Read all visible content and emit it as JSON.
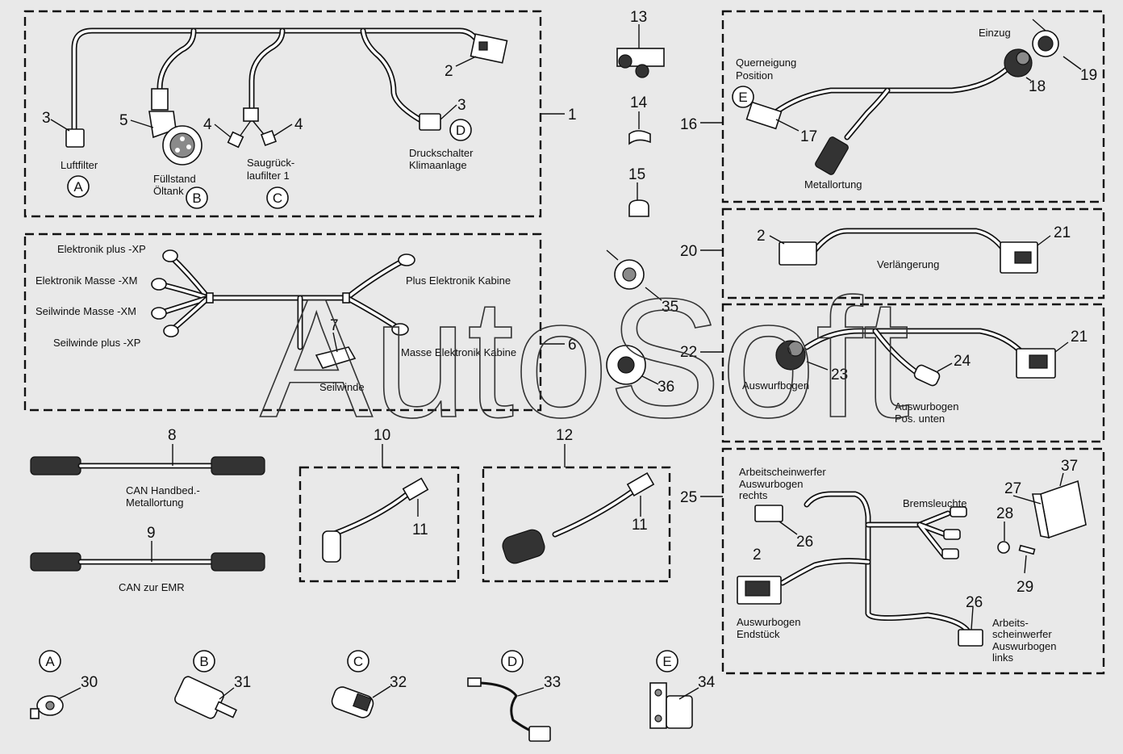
{
  "watermark": "AutoSoft",
  "part_numbers": {
    "n1": "1",
    "n2a": "2",
    "n2b": "2",
    "n2c": "2",
    "n3a": "3",
    "n3b": "3",
    "n4a": "4",
    "n4b": "4",
    "n5": "5",
    "n6": "6",
    "n7": "7",
    "n8": "8",
    "n9": "9",
    "n10": "10",
    "n11a": "11",
    "n11b": "11",
    "n12": "12",
    "n13": "13",
    "n14": "14",
    "n15": "15",
    "n16": "16",
    "n17": "17",
    "n18": "18",
    "n19": "19",
    "n20": "20",
    "n21a": "21",
    "n21b": "21",
    "n22": "22",
    "n23": "23",
    "n24": "24",
    "n25": "25",
    "n26a": "26",
    "n26b": "26",
    "n27": "27",
    "n28": "28",
    "n29": "29",
    "n30": "30",
    "n31": "31",
    "n32": "32",
    "n33": "33",
    "n34": "34",
    "n35": "35",
    "n36": "36",
    "n37": "37"
  },
  "circle_letters": {
    "a_main": "A",
    "b_main": "B",
    "c_main": "C",
    "d_main": "D",
    "e_main": "E",
    "a_det": "A",
    "b_det": "B",
    "c_det": "C",
    "d_det": "D",
    "e_det": "E"
  },
  "labels": {
    "luftfilter": "Luftfilter",
    "fuellstand_1": "Füllstand",
    "fuellstand_2": "Öltank",
    "saugrueck_1": "Saugrück-",
    "saugrueck_2": "laufilter 1",
    "druckschalter_1": "Druckschalter",
    "druckschalter_2": "Klimaanlage",
    "elektronik_plus": "Elektronik plus -XP",
    "elektronik_masse": "Elektronik Masse -XM",
    "seilwinde_masse": "Seilwinde Masse -XM",
    "seilwinde_plus": "Seilwinde plus -XP",
    "plus_elektronik_kabine": "Plus Elektronik Kabine",
    "masse_elektronik_kabine": "Masse Elektronik Kabine",
    "seilwinde": "Seilwinde",
    "can_handbed_1": "CAN Handbed.-",
    "can_handbed_2": "Metallortung",
    "can_emr": "CAN zur EMR",
    "einzug": "Einzug",
    "querneigung_1": "Querneigung",
    "querneigung_2": "Position",
    "metallortung": "Metallortung",
    "verlaengerung": "Verlängerung",
    "auswurfbogen": "Auswurfbogen",
    "auswurfbogen_pos_1": "Auswurbogen",
    "auswurfbogen_pos_2": "Pos. unten",
    "arbeits_rechts_1": "Arbeitscheinwerfer",
    "arbeits_rechts_2": "Auswurbogen",
    "arbeits_rechts_3": "rechts",
    "bremsleuchte": "Bremsleuchte",
    "endstueck_1": "Auswurbogen",
    "endstueck_2": "Endstück",
    "arbeits_links_1": "Arbeits-",
    "arbeits_links_2": "scheinwerfer",
    "arbeits_links_3": "Auswurbogen",
    "arbeits_links_4": "links"
  }
}
